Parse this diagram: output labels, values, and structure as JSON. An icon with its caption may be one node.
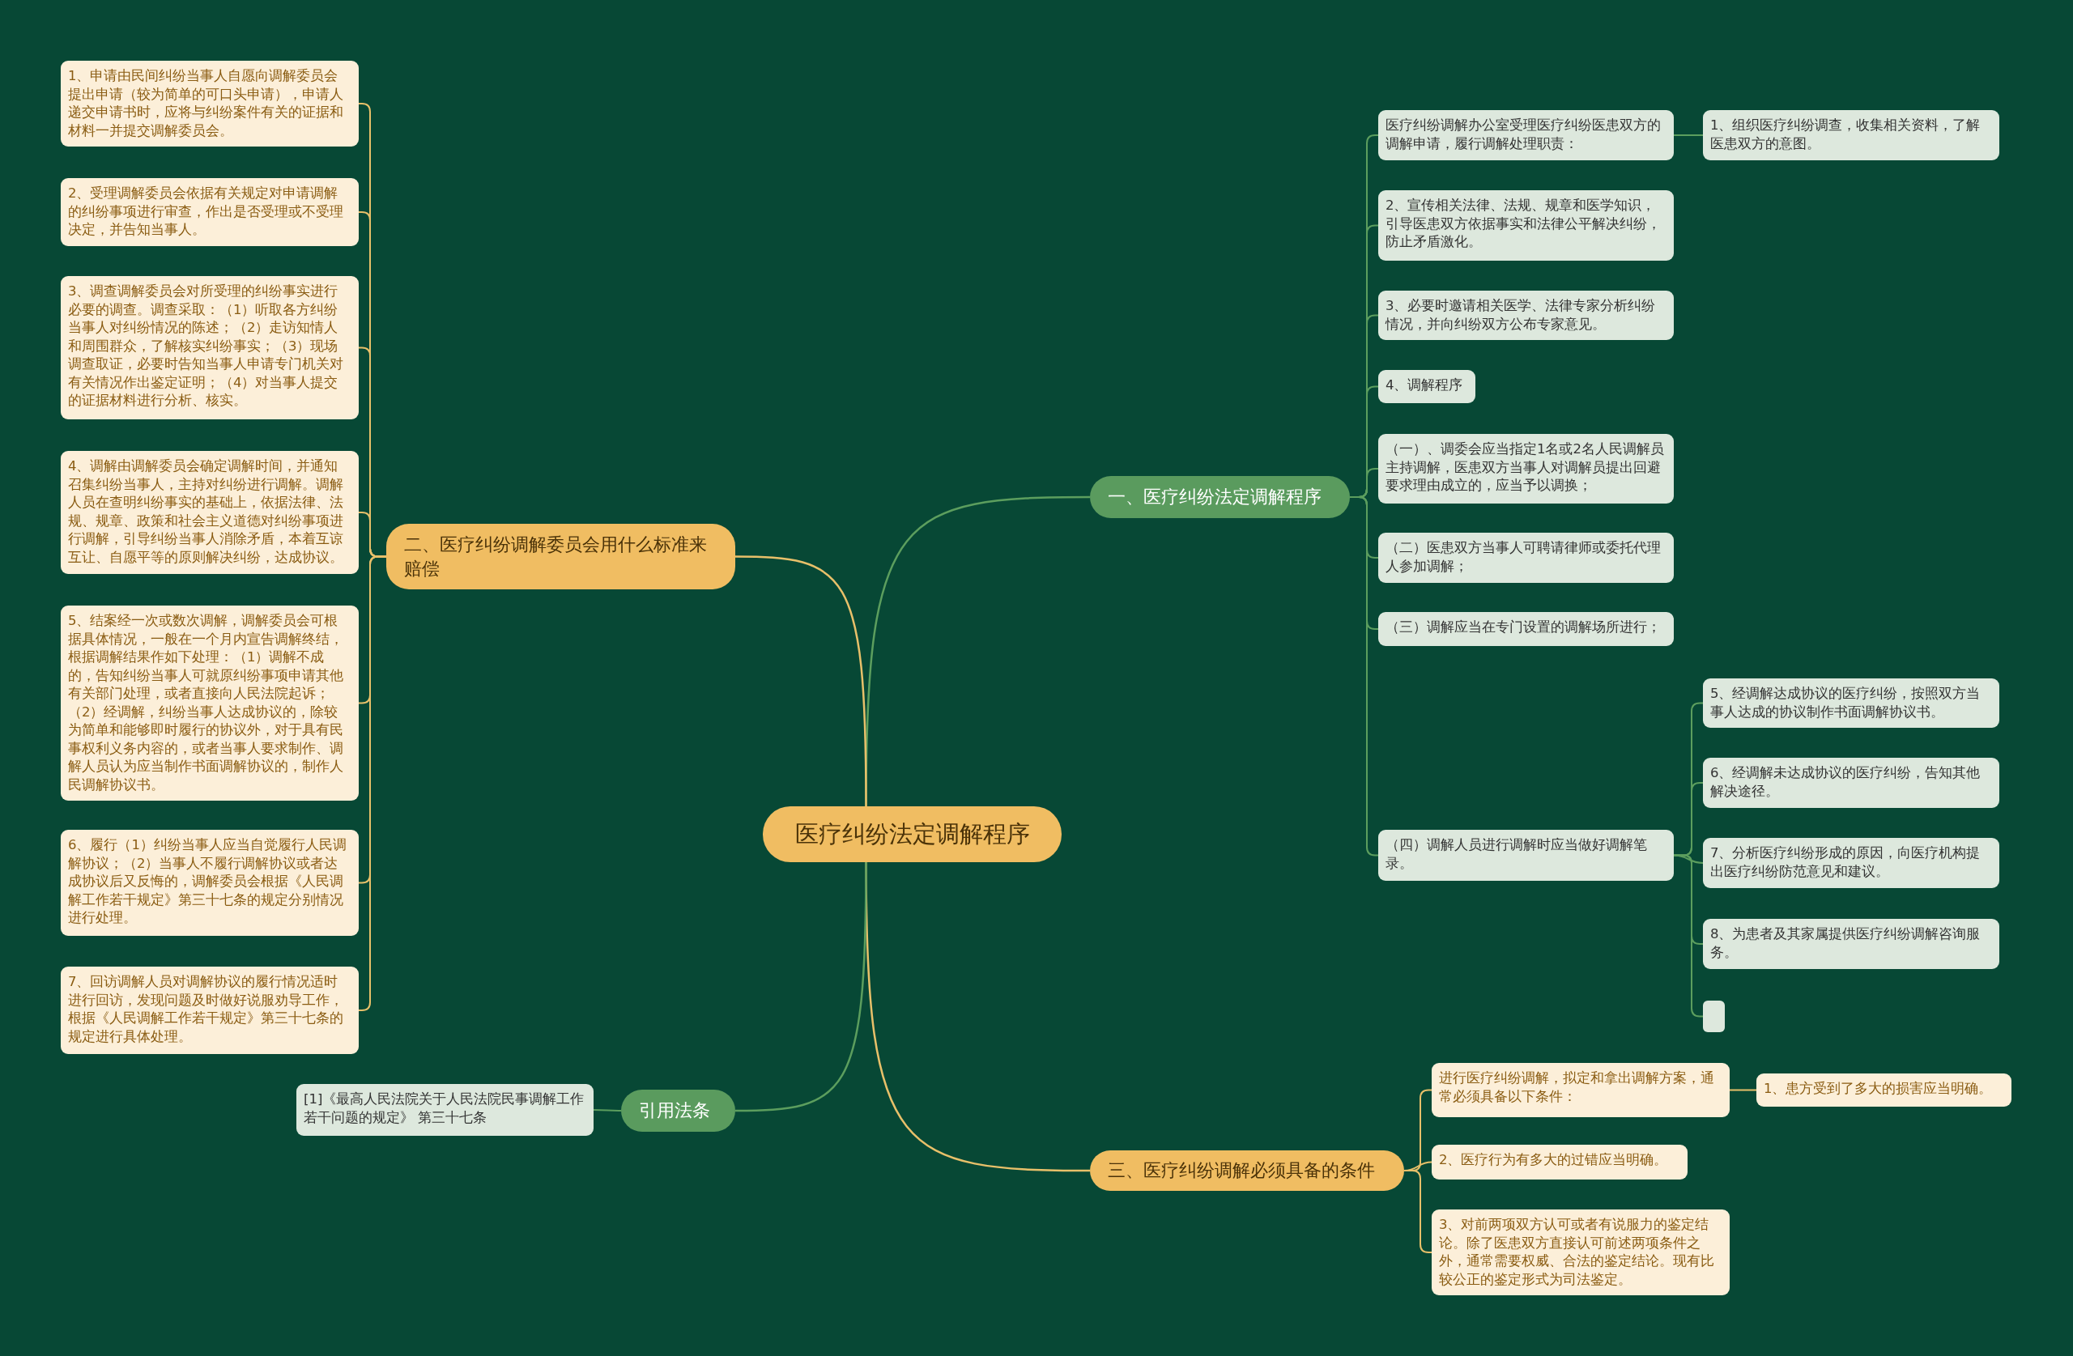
{
  "diagram": {
    "nodes": [
      {
        "text": [
          "医疗纠纷法定调解程序"
        ]
      },
      {
        "text": [
          "一、医疗纠纷法定调解程序"
        ]
      },
      {
        "text": [
          "二、医疗纠纷调解委员会用什么标准来赔偿"
        ]
      },
      {
        "text": [
          "三、医疗纠纷调解必须具备的条件"
        ]
      },
      {
        "text": [
          "引用法条"
        ]
      },
      {
        "text": [
          "医疗纠纷调解办公室受理医疗纠纷医患双方的调解申请，履行调解处理职责："
        ]
      },
      {
        "text": [
          "1、组织医疗纠纷调查，收集相关资料，了解医患双方的意图。"
        ]
      },
      {
        "text": [
          "2、宣传相关法律、法规、规章和医学知识，引导医患双方依据事实和法律公平解决纠纷，防止矛盾激化。"
        ]
      },
      {
        "text": [
          "3、必要时邀请相关医学、法律专家分析纠纷情况，并向纠纷双方公布专家意见。"
        ]
      },
      {
        "text": [
          "4、调解程序"
        ]
      },
      {
        "text": [
          "（一）、调委会应当指定1名或2名人民调解员主持调解，医患双方当事人对调解员提出回避要求理由成立的，应当予以调换；"
        ]
      },
      {
        "text": [
          "（二）医患双方当事人可聘请律师或委托代理人参加调解；"
        ]
      },
      {
        "text": [
          "（三）调解应当在专门设置的调解场所进行；"
        ]
      },
      {
        "text": [
          "（四）调解人员进行调解时应当做好调解笔录。"
        ]
      },
      {
        "text": [
          "5、经调解达成协议的医疗纠纷，按照双方当事人达成的协议制作书面调解协议书。"
        ]
      },
      {
        "text": [
          "6、经调解未达成协议的医疗纠纷，告知其他解决途径。"
        ]
      },
      {
        "text": [
          "7、分析医疗纠纷形成的原因，向医疗机构提出医疗纠纷防范意见和建议。"
        ]
      },
      {
        "text": [
          "8、为患者及其家属提供医疗纠纷调解咨询服务。"
        ]
      },
      {
        "text": [],
        "shape": "box"
      },
      {
        "text": [
          "1、申请由民间纠纷当事人自愿向调解委员会提出申请（较为简单的可口头申请），申请人递交申请书时，应将与纠纷案件有关的证据和材料一并提交调解委员会。"
        ]
      },
      {
        "text": [
          "2、受理调解委员会依据有关规定对申请调解的纠纷事项进行审查，作出是否受理或不受理决定，并告知当事人。"
        ]
      },
      {
        "text": [
          "3、调查调解委员会对所受理的纠纷事实进行必要的调查。调查采取：（1）听取各方纠纷当事人对纠纷情况的陈述；（2）走访知情人和周围群众，了解核实纠纷事实；（3）现场调查取证，必要时告知当事人申请专门机关对有关情况作出鉴定证明；（4）对当事人提交的证据材料进行分析、核实。"
        ]
      },
      {
        "text": [
          "4、调解由调解委员会确定调解时间，并通知召集纠纷当事人，主持对纠纷进行调解。调解人员在查明纠纷事实的基础上，依据法律、法规、规章、政策和社会主义道德对纠纷事项进行调解，引导纠纷当事人消除矛盾，本着互谅互让、自愿平等的原则解决纠纷，达成协议。"
        ]
      },
      {
        "text": [
          "5、结案经一次或数次调解，调解委员会可根据具体情况，一般在一个月内宣告调解终结，根据调解结果作如下处理：（1）调解不成的，告知纠纷当事人可就原纠纷事项申请其他有关部门处理，或者直接向人民法院起诉；（2）经调解，纠纷当事人达成协议的，除较为简单和能够即时履行的协议外，对于具有民事权利义务内容的，或者当事人要求制作、调解人员认为应当制作书面调解协议的，制作人民调解协议书。"
        ]
      },
      {
        "text": [
          "6、履行（1）纠纷当事人应当自觉履行人民调解协议；（2）当事人不履行调解协议或者达成协议后又反悔的，调解委员会根据《人民调解工作若干规定》第三十七条的规定分别情况进行处理。"
        ]
      },
      {
        "text": [
          "7、回访调解人员对调解协议的履行情况适时进行回访，发现问题及时做好说服劝导工作，根据《人民调解工作若干规定》第三十七条的规定进行具体处理。"
        ]
      },
      {
        "text": [
          "进行医疗纠纷调解，拟定和拿出调解方案，通常必须具备以下条件："
        ]
      },
      {
        "text": [
          "1、患方受到了多大的损害应当明确。"
        ]
      },
      {
        "text": [
          "2、医疗行为有多大的过错应当明确。"
        ]
      },
      {
        "text": [
          "3、对前两项双方认可或者有说服力的鉴定结论。除了医患双方直接认可前述两项条件之外，通常需要权威、合法的鉴定结论。现有比较公正的鉴定形式为司法鉴定。"
        ]
      },
      {
        "text": [
          "[1]《最高人民法院关于人民法院民事调解工作若干问题的规定》 第三十七条"
        ]
      }
    ],
    "edges": [
      {
        "from": 0,
        "to": 1,
        "arrow": "none"
      },
      {
        "from": 0,
        "to": 2,
        "arrow": "none",
        "color": "#e8c06a"
      },
      {
        "from": 0,
        "to": 3,
        "arrow": "none",
        "color": "#e8c06a"
      },
      {
        "from": 0,
        "to": 4,
        "arrow": "none"
      },
      {
        "from": 1,
        "to": 5,
        "arrow": "none"
      },
      {
        "from": 5,
        "to": 6,
        "arrow": "none"
      },
      {
        "from": 1,
        "to": 7,
        "arrow": "none"
      },
      {
        "from": 1,
        "to": 8,
        "arrow": "none"
      },
      {
        "from": 1,
        "to": 9,
        "arrow": "none"
      },
      {
        "from": 1,
        "to": 10,
        "arrow": "none"
      },
      {
        "from": 1,
        "to": 11,
        "arrow": "none"
      },
      {
        "from": 1,
        "to": 12,
        "arrow": "none"
      },
      {
        "from": 1,
        "to": 13,
        "arrow": "none"
      },
      {
        "from": 13,
        "to": 14,
        "arrow": "none"
      },
      {
        "from": 13,
        "to": 15,
        "arrow": "none"
      },
      {
        "from": 13,
        "to": 16,
        "arrow": "none"
      },
      {
        "from": 13,
        "to": 17,
        "arrow": "none"
      },
      {
        "from": 13,
        "to": 18,
        "arrow": "none"
      },
      {
        "from": 2,
        "to": 19,
        "arrow": "none",
        "color": "#e8c06a"
      },
      {
        "from": 2,
        "to": 20,
        "arrow": "none",
        "color": "#e8c06a"
      },
      {
        "from": 2,
        "to": 21,
        "arrow": "none",
        "color": "#e8c06a"
      },
      {
        "from": 2,
        "to": 22,
        "arrow": "none",
        "color": "#e8c06a"
      },
      {
        "from": 2,
        "to": 23,
        "arrow": "none",
        "color": "#e8c06a"
      },
      {
        "from": 2,
        "to": 24,
        "arrow": "none",
        "color": "#e8c06a"
      },
      {
        "from": 2,
        "to": 25,
        "arrow": "none",
        "color": "#e8c06a"
      },
      {
        "from": 3,
        "to": 26,
        "arrow": "none",
        "color": "#e8c06a"
      },
      {
        "from": 26,
        "to": 27,
        "arrow": "none",
        "color": "#e8c06a"
      },
      {
        "from": 3,
        "to": 28,
        "arrow": "none",
        "color": "#e8c06a"
      },
      {
        "from": 3,
        "to": 29,
        "arrow": "none",
        "color": "#e8c06a"
      },
      {
        "from": 4,
        "to": 30,
        "arrow": "none"
      }
    ]
  }
}
